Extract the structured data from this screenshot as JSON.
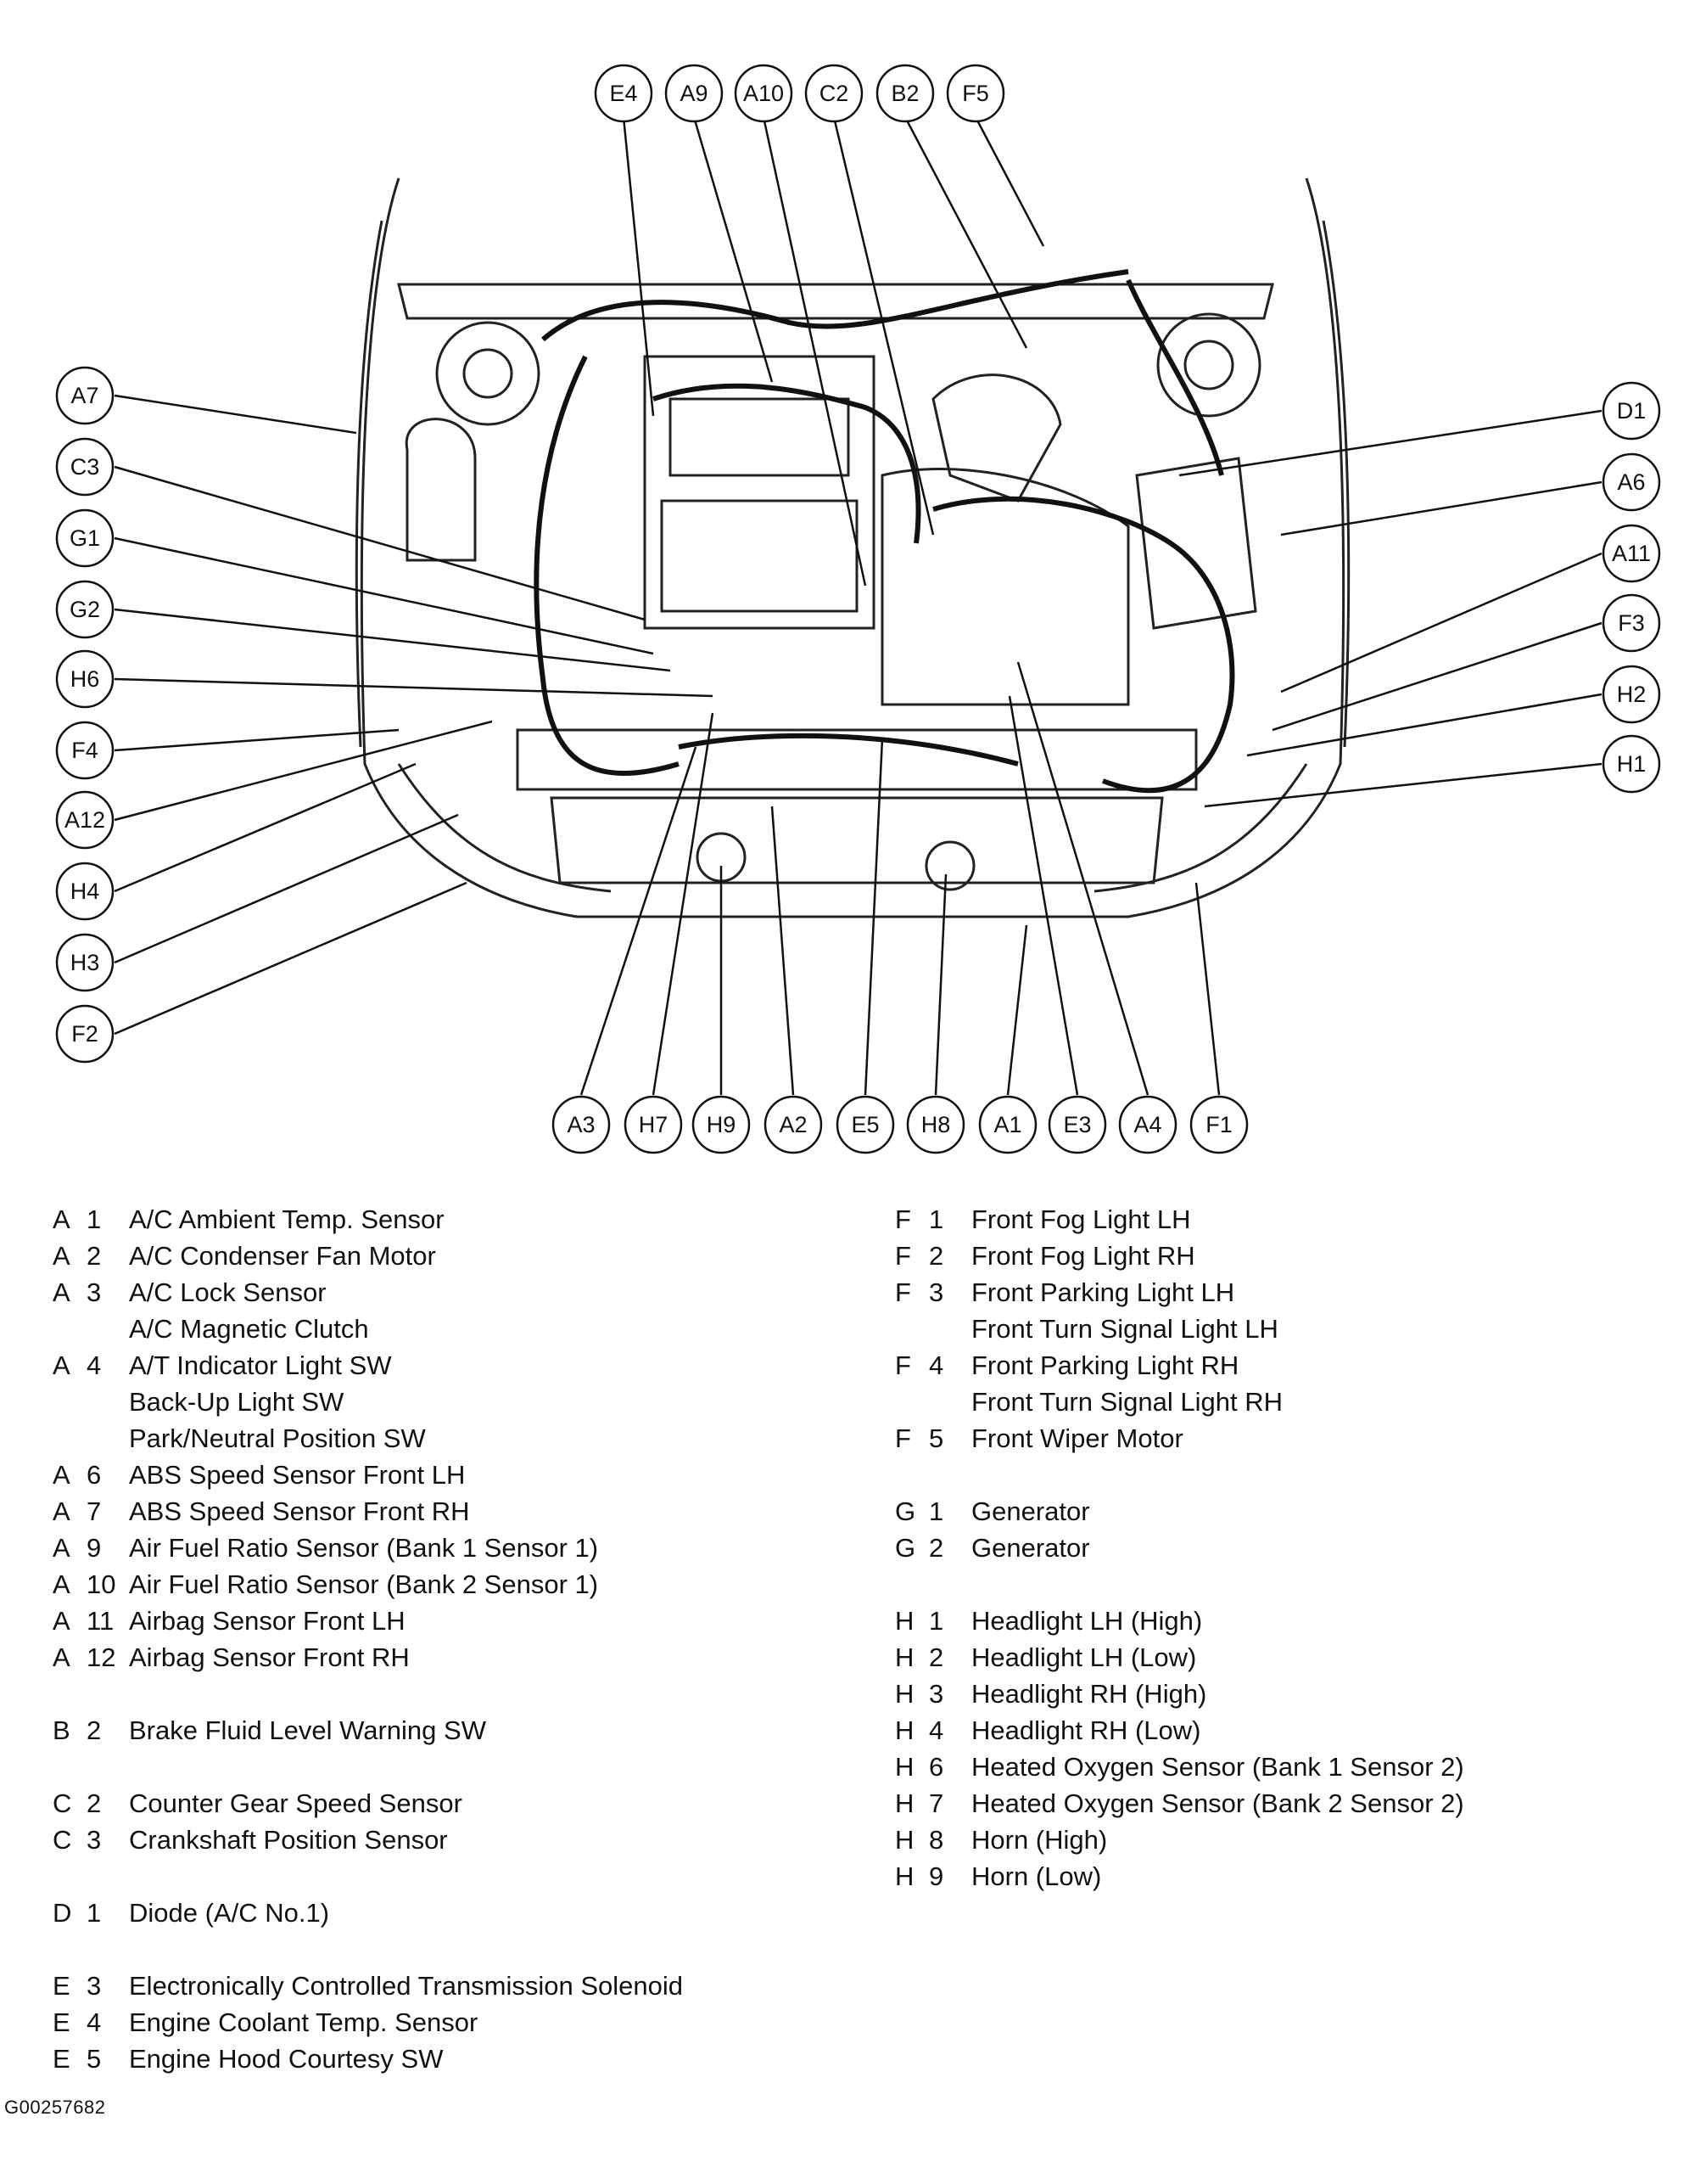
{
  "callouts": [
    {
      "id": "E4"
    },
    {
      "id": "A9"
    },
    {
      "id": "A10"
    },
    {
      "id": "C2"
    },
    {
      "id": "B2"
    },
    {
      "id": "F5"
    },
    {
      "id": "A7"
    },
    {
      "id": "C3"
    },
    {
      "id": "G1"
    },
    {
      "id": "G2"
    },
    {
      "id": "H6"
    },
    {
      "id": "F4"
    },
    {
      "id": "A12"
    },
    {
      "id": "H4"
    },
    {
      "id": "H3"
    },
    {
      "id": "F2"
    },
    {
      "id": "D1"
    },
    {
      "id": "A6"
    },
    {
      "id": "A11"
    },
    {
      "id": "F3"
    },
    {
      "id": "H2"
    },
    {
      "id": "H1"
    },
    {
      "id": "A3"
    },
    {
      "id": "H7"
    },
    {
      "id": "H9"
    },
    {
      "id": "A2"
    },
    {
      "id": "E5"
    },
    {
      "id": "H8"
    },
    {
      "id": "A1"
    },
    {
      "id": "E3"
    },
    {
      "id": "A4"
    },
    {
      "id": "F1"
    }
  ],
  "legend_left": [
    {
      "letter": "A",
      "num": "1",
      "desc": "A/C Ambient Temp. Sensor"
    },
    {
      "letter": "A",
      "num": "2",
      "desc": "A/C Condenser Fan Motor"
    },
    {
      "letter": "A",
      "num": "3",
      "desc": "A/C Lock Sensor"
    },
    {
      "letter": "",
      "num": "",
      "desc": "A/C Magnetic Clutch"
    },
    {
      "letter": "A",
      "num": "4",
      "desc": "A/T Indicator Light SW"
    },
    {
      "letter": "",
      "num": "",
      "desc": "Back-Up Light SW"
    },
    {
      "letter": "",
      "num": "",
      "desc": "Park/Neutral Position SW"
    },
    {
      "letter": "A",
      "num": "6",
      "desc": "ABS Speed Sensor Front LH"
    },
    {
      "letter": "A",
      "num": "7",
      "desc": "ABS Speed Sensor Front RH"
    },
    {
      "letter": "A",
      "num": "9",
      "desc": "Air Fuel Ratio Sensor (Bank 1 Sensor 1)"
    },
    {
      "letter": "A",
      "num": "10",
      "desc": "Air Fuel Ratio Sensor (Bank 2 Sensor 1)"
    },
    {
      "letter": "A",
      "num": "11",
      "desc": "Airbag Sensor Front LH"
    },
    {
      "letter": "A",
      "num": "12",
      "desc": "Airbag Sensor Front RH"
    },
    {
      "gap": true
    },
    {
      "letter": "B",
      "num": "2",
      "desc": "Brake Fluid Level Warning SW"
    },
    {
      "gap": true
    },
    {
      "letter": "C",
      "num": "2",
      "desc": "Counter Gear Speed Sensor"
    },
    {
      "letter": "C",
      "num": "3",
      "desc": "Crankshaft Position Sensor"
    },
    {
      "gap": true
    },
    {
      "letter": "D",
      "num": "1",
      "desc": "Diode (A/C No.1)"
    },
    {
      "gap": true
    },
    {
      "letter": "E",
      "num": "3",
      "desc": "Electronically Controlled Transmission Solenoid"
    },
    {
      "letter": "E",
      "num": "4",
      "desc": "Engine Coolant Temp. Sensor"
    },
    {
      "letter": "E",
      "num": "5",
      "desc": "Engine Hood Courtesy SW"
    }
  ],
  "legend_right": [
    {
      "letter": "F",
      "num": "1",
      "desc": "Front Fog Light LH"
    },
    {
      "letter": "F",
      "num": "2",
      "desc": "Front Fog Light RH"
    },
    {
      "letter": "F",
      "num": "3",
      "desc": "Front Parking Light LH"
    },
    {
      "letter": "",
      "num": "",
      "desc": "Front Turn Signal Light LH"
    },
    {
      "letter": "F",
      "num": "4",
      "desc": "Front Parking Light RH"
    },
    {
      "letter": "",
      "num": "",
      "desc": "Front Turn Signal Light RH"
    },
    {
      "letter": "F",
      "num": "5",
      "desc": "Front Wiper Motor"
    },
    {
      "gap": true
    },
    {
      "letter": "G",
      "num": "1",
      "desc": "Generator"
    },
    {
      "letter": "G",
      "num": "2",
      "desc": "Generator"
    },
    {
      "gap": true
    },
    {
      "letter": "H",
      "num": "1",
      "desc": "Headlight LH (High)"
    },
    {
      "letter": "H",
      "num": "2",
      "desc": "Headlight LH (Low)"
    },
    {
      "letter": "H",
      "num": "3",
      "desc": "Headlight RH (High)"
    },
    {
      "letter": "H",
      "num": "4",
      "desc": "Headlight RH (Low)"
    },
    {
      "letter": "H",
      "num": "6",
      "desc": "Heated Oxygen Sensor (Bank 1 Sensor 2)"
    },
    {
      "letter": "H",
      "num": "7",
      "desc": "Heated Oxygen Sensor (Bank 2 Sensor 2)"
    },
    {
      "letter": "H",
      "num": "8",
      "desc": "Horn (High)"
    },
    {
      "letter": "H",
      "num": "9",
      "desc": "Horn (Low)"
    }
  ],
  "figure_id": "G00257682"
}
